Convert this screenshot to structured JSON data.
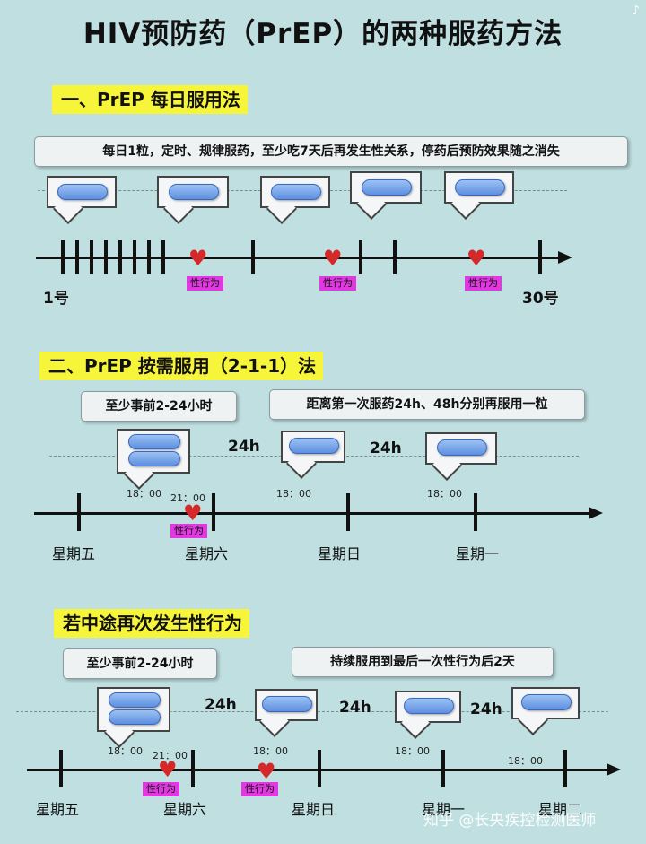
{
  "title": "HIV预防药（PrEP）的两种服药方法",
  "section1": {
    "heading": "一、PrEP 每日服用法",
    "note": "每日1粒，定时、规律服药，至少吃7天后再发生性关系，停药后预防效果随之消失",
    "sex_label": "性行为",
    "start_label": "1号",
    "end_label": "30号"
  },
  "section2": {
    "heading": "二、PrEP 按需服用（2-1-1）法",
    "note_left": "至少事前2-24小时",
    "note_right": "距离第一次服药24h、48h分别再服用一粒",
    "gap_label": "24h",
    "times": [
      "18：00",
      "21：00",
      "18：00",
      "18：00"
    ],
    "sex_label": "性行为",
    "days": [
      "星期五",
      "星期六",
      "星期日",
      "星期一"
    ]
  },
  "section3": {
    "heading": "若中途再次发生性行为",
    "note_left": "至少事前2-24小时",
    "note_right": "持续服用到最后一次性行为后2天",
    "gap_label": "24h",
    "times": [
      "18：00",
      "21：00",
      "18：00",
      "18：00",
      "18：00"
    ],
    "sex_label": "性行为",
    "days": [
      "星期五",
      "星期六",
      "星期日",
      "星期一",
      "星期二"
    ]
  },
  "watermark": "知乎 @长央疾控检测医师",
  "colors": {
    "background": "#bfdfe1",
    "heading_highlight": "#f7f53a",
    "sex_badge": "#e238e2",
    "heart": "#d62828",
    "pill": "#6f9ce6"
  },
  "icons": [
    "pill-icon",
    "heart-icon",
    "tiktok-icon"
  ]
}
